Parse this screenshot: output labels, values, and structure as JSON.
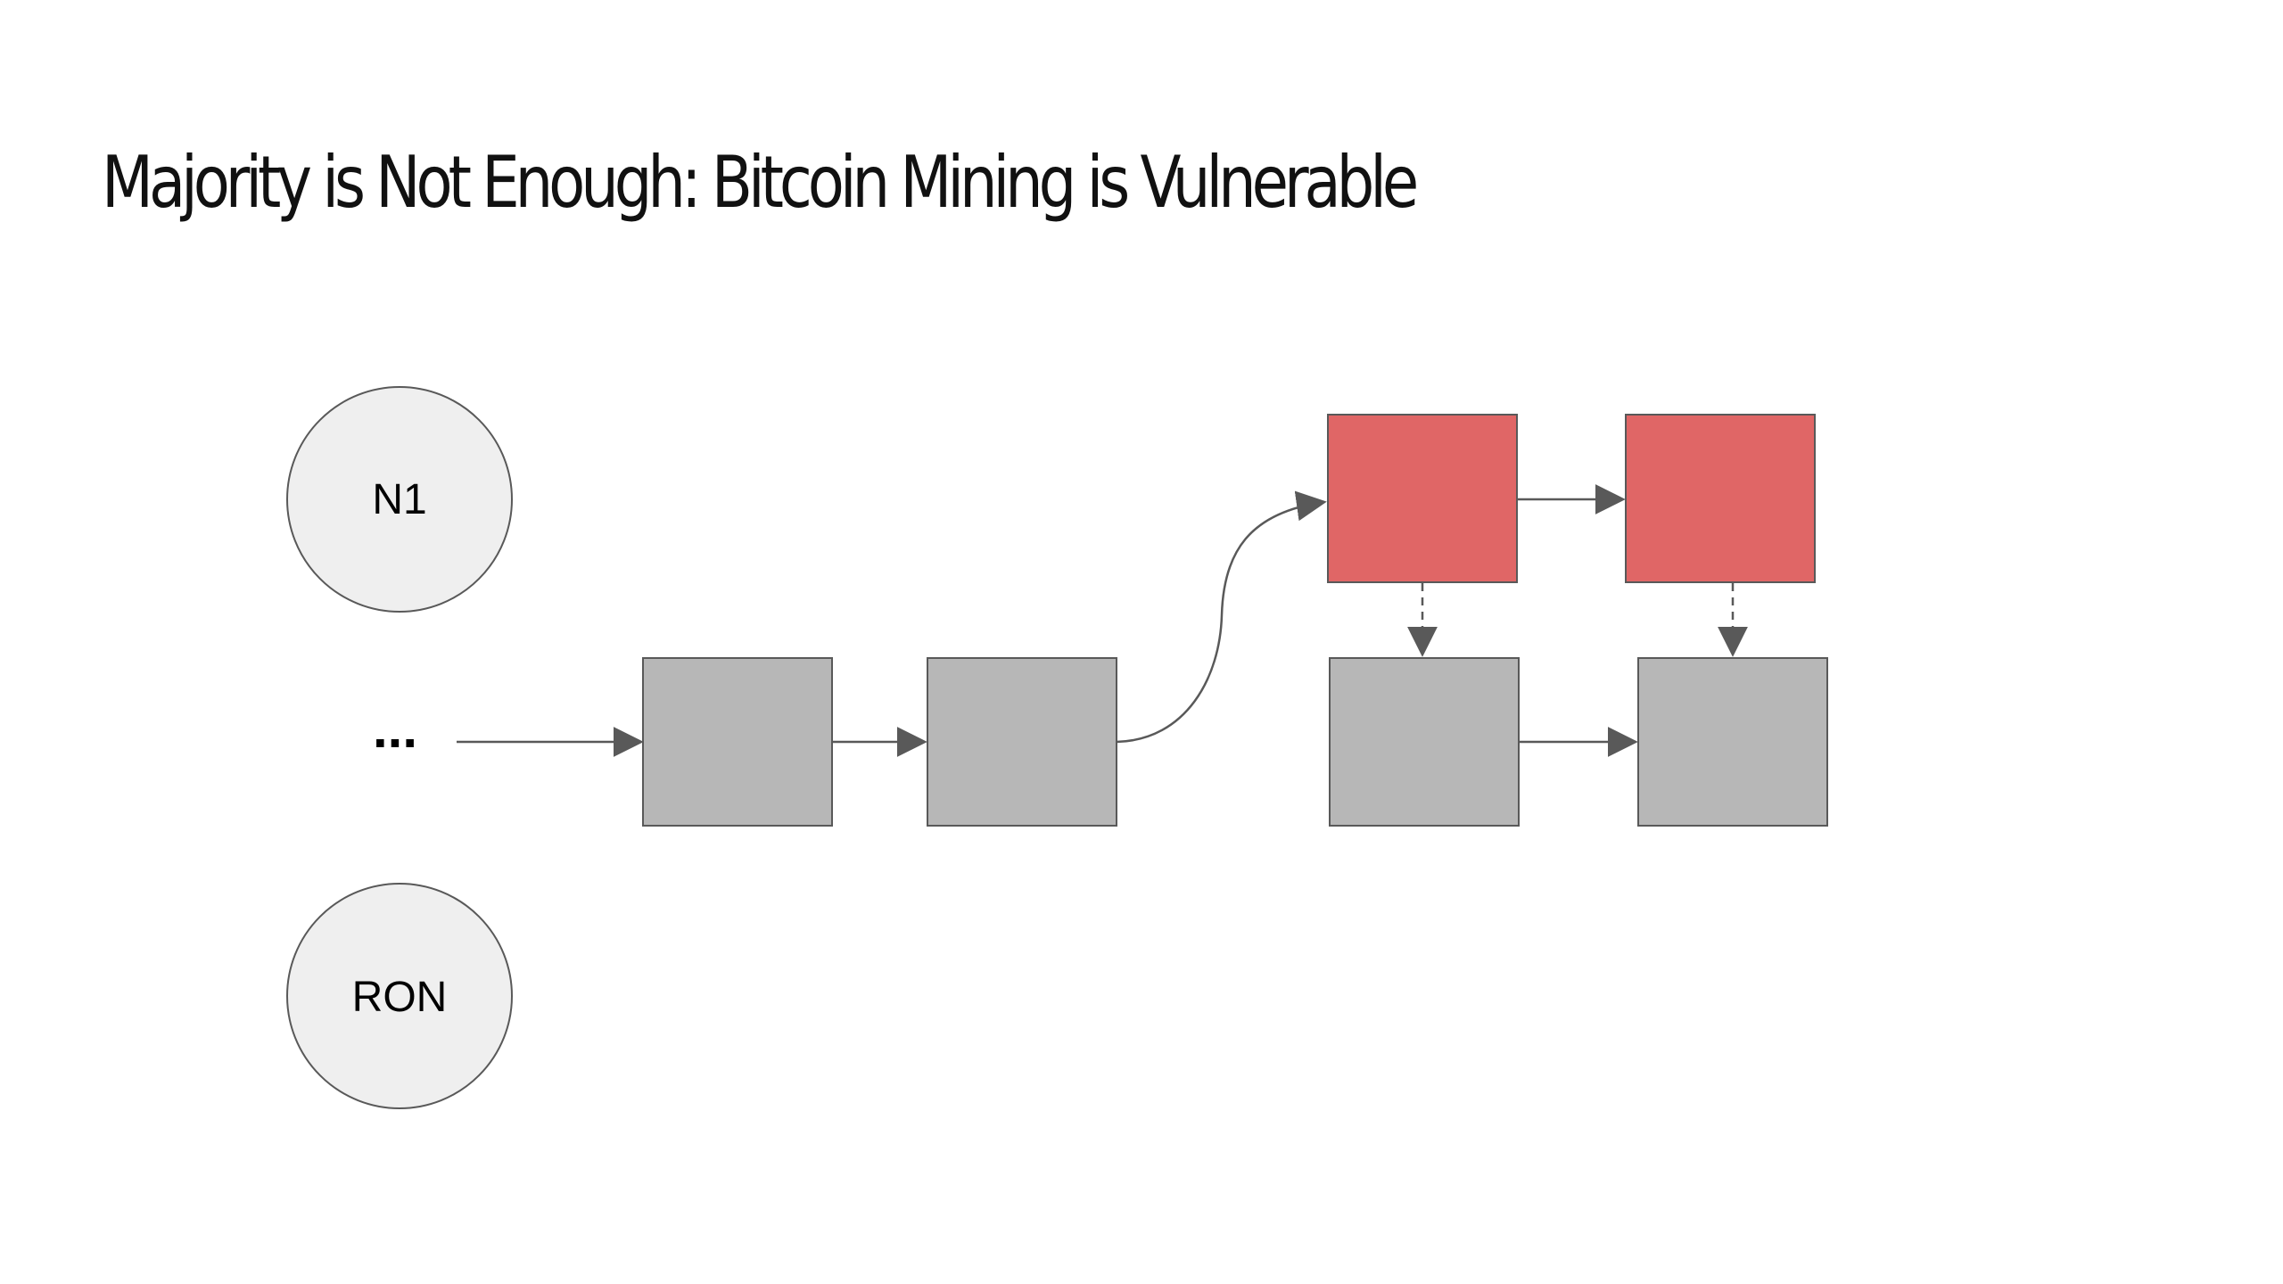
{
  "slide": {
    "title": "Majority is Not Enough: Bitcoin Mining is Vulnerable"
  },
  "diagram": {
    "nodes": [
      {
        "id": "n1",
        "label": "N1"
      },
      {
        "id": "ron",
        "label": "RON"
      }
    ],
    "ellipsis": "...",
    "colors": {
      "honest_block": "#b7b7b7",
      "selfish_block": "#e06666",
      "node_fill": "#efefef",
      "stroke": "#595959"
    }
  }
}
